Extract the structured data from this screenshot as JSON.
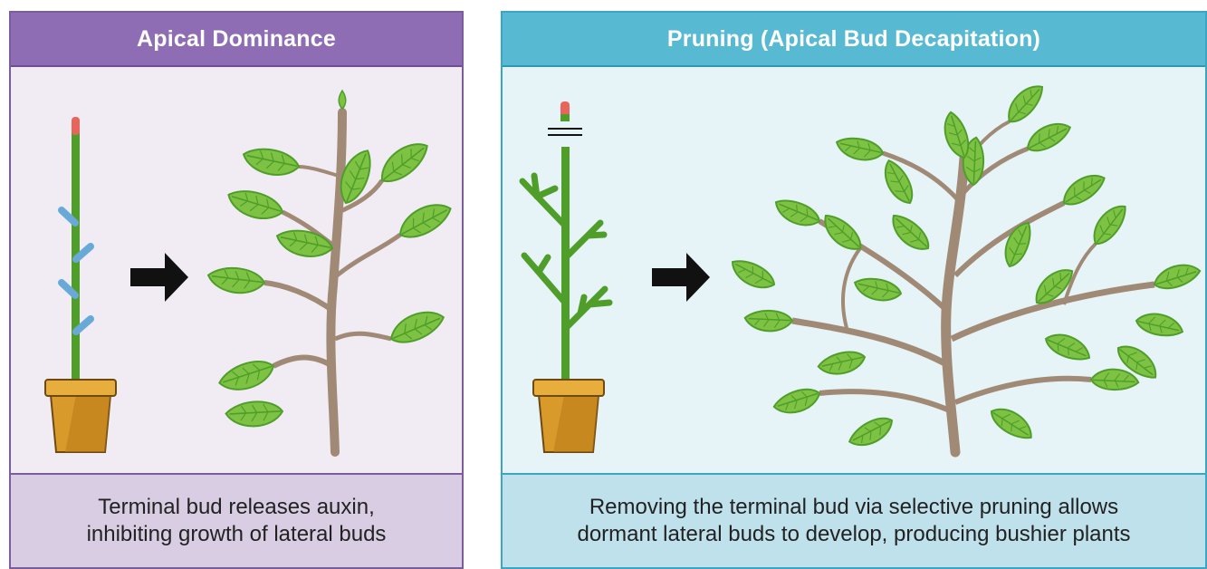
{
  "colors": {
    "left_header": "#8f6db4",
    "right_header": "#57b9d2",
    "stem_green": "#4f9e2a",
    "leaf_green": "#7dc243",
    "branch_brown": "#a08a76",
    "terminal_bud": "#e8655b",
    "lateral_bud": "#69a9d8",
    "pot": "#d89a2a",
    "arrow": "#111111"
  },
  "panels": {
    "left": {
      "title": "Apical Dominance",
      "caption_lines": [
        "Terminal bud releases auxin,",
        "inhibiting growth of lateral buds"
      ]
    },
    "right": {
      "title": "Pruning  (Apical Bud Decapitation)",
      "caption_lines": [
        "Removing the terminal bud via selective pruning allows",
        "dormant lateral buds to develop, producing bushier plants"
      ]
    }
  }
}
